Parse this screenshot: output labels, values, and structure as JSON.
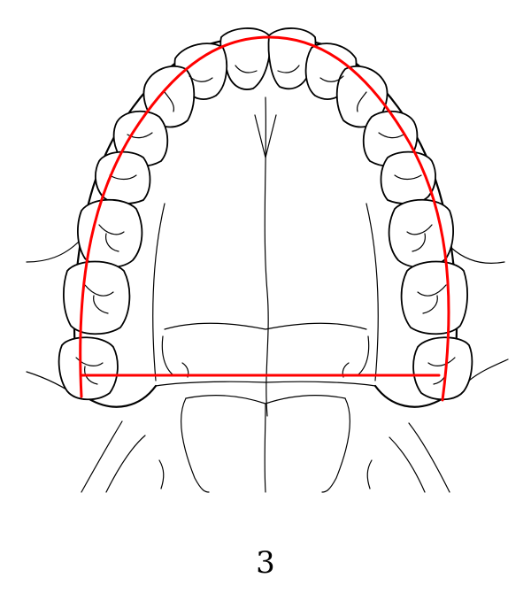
{
  "figure": {
    "number": "3",
    "colors": {
      "overlay": "#ff0000",
      "line_art": "#000000",
      "background": "#ffffff"
    },
    "elements": [
      "maxillary-dental-arch",
      "palate",
      "arch-curve-overlay",
      "arch-width-line"
    ]
  }
}
